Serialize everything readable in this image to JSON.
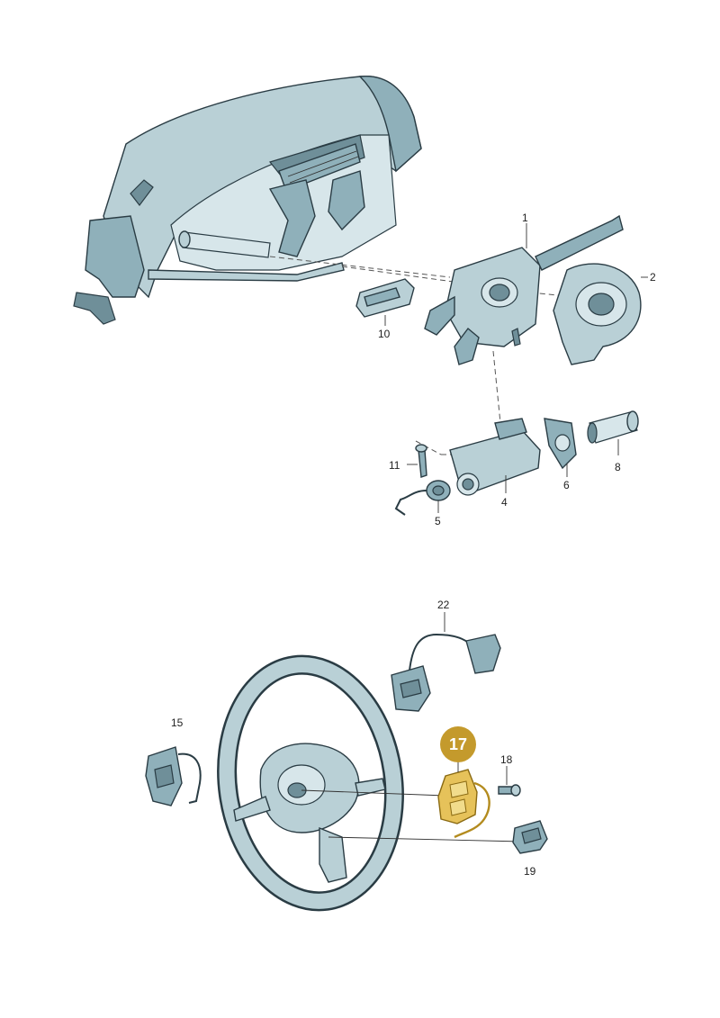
{
  "callouts": {
    "p1": "1",
    "p2": "2",
    "p4": "4",
    "p5": "5",
    "p6": "6",
    "p8": "8",
    "p10": "10",
    "p11": "11",
    "p15": "15",
    "p17": "17",
    "p18": "18",
    "p19": "19",
    "p22": "22"
  },
  "colors": {
    "part_fill": "#b9d0d6",
    "outline": "#2a3c44",
    "highlight_badge": "#c49a2c",
    "highlight_part": "#e6c25a"
  },
  "highlighted_part": "17"
}
